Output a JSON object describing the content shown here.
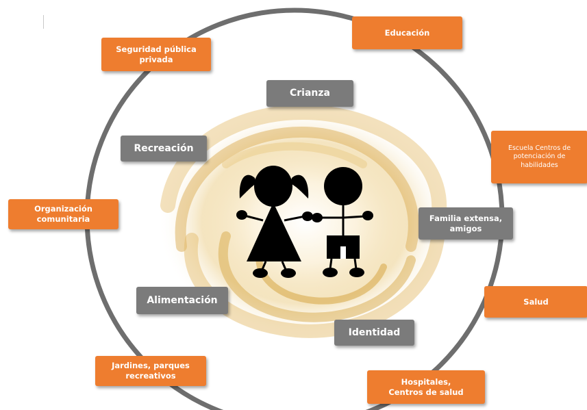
{
  "outer_boxes": {
    "seguridad": "Seguridad pública privada",
    "educacion": "Educación",
    "escuela": "Escuela Centros de potenciación de habilidades",
    "organizacion": "Organización comunitaria",
    "salud": "Salud",
    "jardines": "Jardines, parques recreativos",
    "hospitales": "Hospitales, Centros de salud"
  },
  "inner_boxes": {
    "crianza": "Crianza",
    "recreacion": "Recreación",
    "familia": "Familia extensa, amigos",
    "alimentacion": "Alimentación",
    "identidad": "Identidad"
  },
  "colors": {
    "outer_box": "#ee7d2f",
    "inner_box": "#7b7b7b",
    "ring": "#6e6e6e",
    "swirl": "#d8a94a",
    "figures": "#000000"
  }
}
